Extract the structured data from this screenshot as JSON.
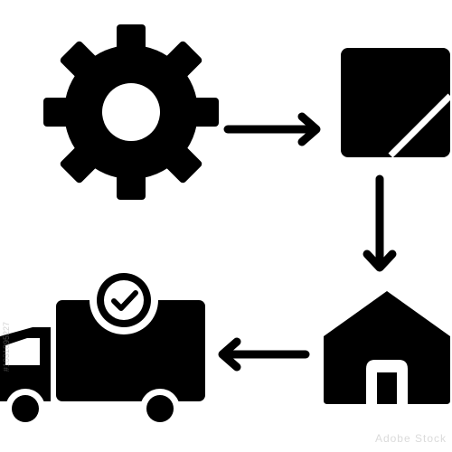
{
  "colors": {
    "foreground": "#000000",
    "background": "#ffffff"
  },
  "icons": [
    "gear-icon",
    "box-icon",
    "warehouse-icon",
    "delivery-truck-icon",
    "check-badge-icon"
  ],
  "arrows": [
    "arrow-right",
    "arrow-down",
    "arrow-left"
  ],
  "watermark": {
    "brand": "Adobe Stock",
    "id": "#1031895227"
  }
}
